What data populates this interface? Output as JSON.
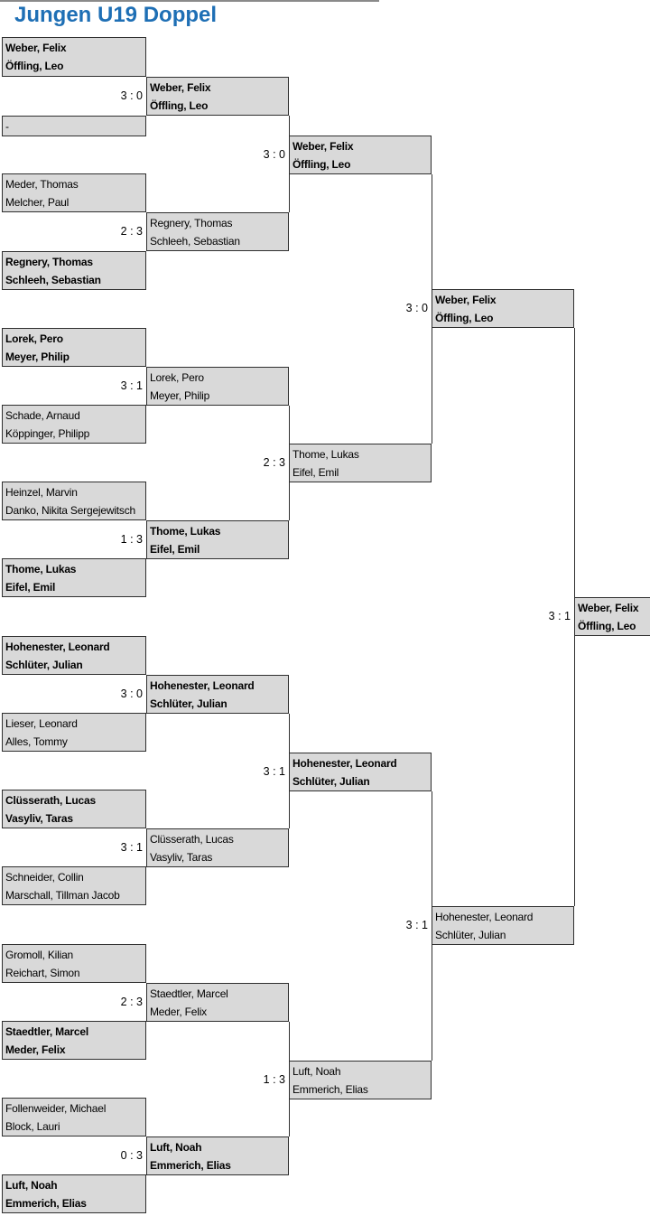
{
  "title": "Jungen U19 Doppel",
  "colors": {
    "accent": "#1E6FB5",
    "box_fill": "#D9D9D9",
    "box_border": "#2F2F2F"
  },
  "rounds": [
    {
      "name": "round-of-16",
      "slots": [
        {
          "lines": [
            "Weber, Felix",
            "Öffling, Leo"
          ],
          "bold": true
        },
        {
          "lines": [
            "-"
          ],
          "bold": false
        },
        {
          "lines": [
            "Meder, Thomas",
            "Melcher, Paul"
          ],
          "bold": false
        },
        {
          "lines": [
            "Regnery, Thomas",
            "Schleeh, Sebastian"
          ],
          "bold": true
        },
        {
          "lines": [
            "Lorek, Pero",
            "Meyer, Philip"
          ],
          "bold": true
        },
        {
          "lines": [
            "Schade, Arnaud",
            "Köppinger, Philipp"
          ],
          "bold": false
        },
        {
          "lines": [
            "Heinzel, Marvin",
            "Danko, Nikita Sergejewitsch"
          ],
          "bold": false
        },
        {
          "lines": [
            "Thome, Lukas",
            "Eifel, Emil"
          ],
          "bold": true
        },
        {
          "lines": [
            "Hohenester, Leonard",
            "Schlüter, Julian"
          ],
          "bold": true
        },
        {
          "lines": [
            "Lieser, Leonard",
            "Alles, Tommy"
          ],
          "bold": false
        },
        {
          "lines": [
            "Clüsserath, Lucas",
            "Vasyliv, Taras"
          ],
          "bold": true
        },
        {
          "lines": [
            "Schneider, Collin",
            "Marschall, Tillman Jacob"
          ],
          "bold": false
        },
        {
          "lines": [
            "Gromoll, Kilian",
            "Reichart, Simon"
          ],
          "bold": false
        },
        {
          "lines": [
            "Staedtler, Marcel",
            "Meder, Felix"
          ],
          "bold": true
        },
        {
          "lines": [
            "Follenweider, Michael",
            "Block, Lauri"
          ],
          "bold": false
        },
        {
          "lines": [
            "Luft, Noah",
            "Emmerich, Elias"
          ],
          "bold": true
        }
      ]
    },
    {
      "name": "quarterfinals",
      "slots": [
        {
          "lines": [
            "Weber, Felix",
            "Öffling, Leo"
          ],
          "bold": true,
          "score": "3 : 0"
        },
        {
          "lines": [
            "Regnery, Thomas",
            "Schleeh, Sebastian"
          ],
          "bold": false,
          "score": "2 : 3"
        },
        {
          "lines": [
            "Lorek, Pero",
            "Meyer, Philip"
          ],
          "bold": false,
          "score": "3 : 1"
        },
        {
          "lines": [
            "Thome, Lukas",
            "Eifel, Emil"
          ],
          "bold": true,
          "score": "1 : 3"
        },
        {
          "lines": [
            "Hohenester, Leonard",
            "Schlüter, Julian"
          ],
          "bold": true,
          "score": "3 : 0"
        },
        {
          "lines": [
            "Clüsserath, Lucas",
            "Vasyliv, Taras"
          ],
          "bold": false,
          "score": "3 : 1"
        },
        {
          "lines": [
            "Staedtler, Marcel",
            "Meder, Felix"
          ],
          "bold": false,
          "score": "2 : 3"
        },
        {
          "lines": [
            "Luft, Noah",
            "Emmerich, Elias"
          ],
          "bold": true,
          "score": "0 : 3"
        }
      ]
    },
    {
      "name": "semifinal-entries",
      "slots": [
        {
          "lines": [
            "Weber, Felix",
            "Öffling, Leo"
          ],
          "bold": true,
          "score": "3 : 0"
        },
        {
          "lines": [
            "Thome, Lukas",
            "Eifel, Emil"
          ],
          "bold": false,
          "score": "2 : 3"
        },
        {
          "lines": [
            "Hohenester, Leonard",
            "Schlüter, Julian"
          ],
          "bold": true,
          "score": "3 : 1"
        },
        {
          "lines": [
            "Luft, Noah",
            "Emmerich, Elias"
          ],
          "bold": false,
          "score": "1 : 3"
        }
      ]
    },
    {
      "name": "finalists",
      "slots": [
        {
          "lines": [
            "Weber, Felix",
            "Öffling, Leo"
          ],
          "bold": true,
          "score": "3 : 0"
        },
        {
          "lines": [
            "Hohenester, Leonard",
            "Schlüter, Julian"
          ],
          "bold": false,
          "score": "3 : 1"
        }
      ]
    },
    {
      "name": "winner",
      "slots": [
        {
          "lines": [
            "Weber, Felix",
            "Öffling, Leo"
          ],
          "bold": true,
          "score": "3 : 1"
        }
      ]
    }
  ]
}
